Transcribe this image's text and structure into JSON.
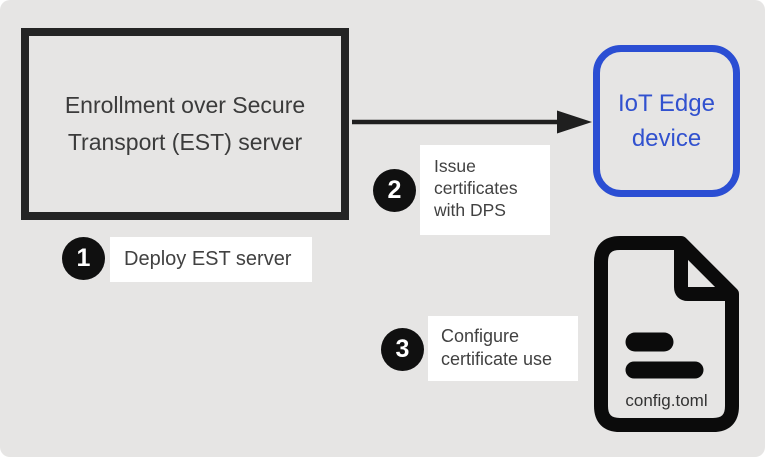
{
  "diagram": {
    "colors": {
      "background": "#e6e5e4",
      "accent_blue": "#2b4ed3",
      "box_border_black": "#242424",
      "badge_black": "#101010",
      "label_bg": "#ffffff",
      "text_dark": "#3b3b3b"
    },
    "est_box": {
      "lines": [
        "Enrollment over Secure",
        "Transport (EST) server"
      ]
    },
    "iot_box": {
      "lines": [
        "IoT Edge",
        "device"
      ]
    },
    "steps": [
      {
        "number": "1",
        "lines": [
          "Deploy EST server"
        ]
      },
      {
        "number": "2",
        "lines": [
          "Issue",
          "certificates",
          "with DPS"
        ]
      },
      {
        "number": "3",
        "lines": [
          "Configure",
          "certificate use"
        ]
      }
    ],
    "config_file": {
      "label": "config.toml"
    }
  }
}
